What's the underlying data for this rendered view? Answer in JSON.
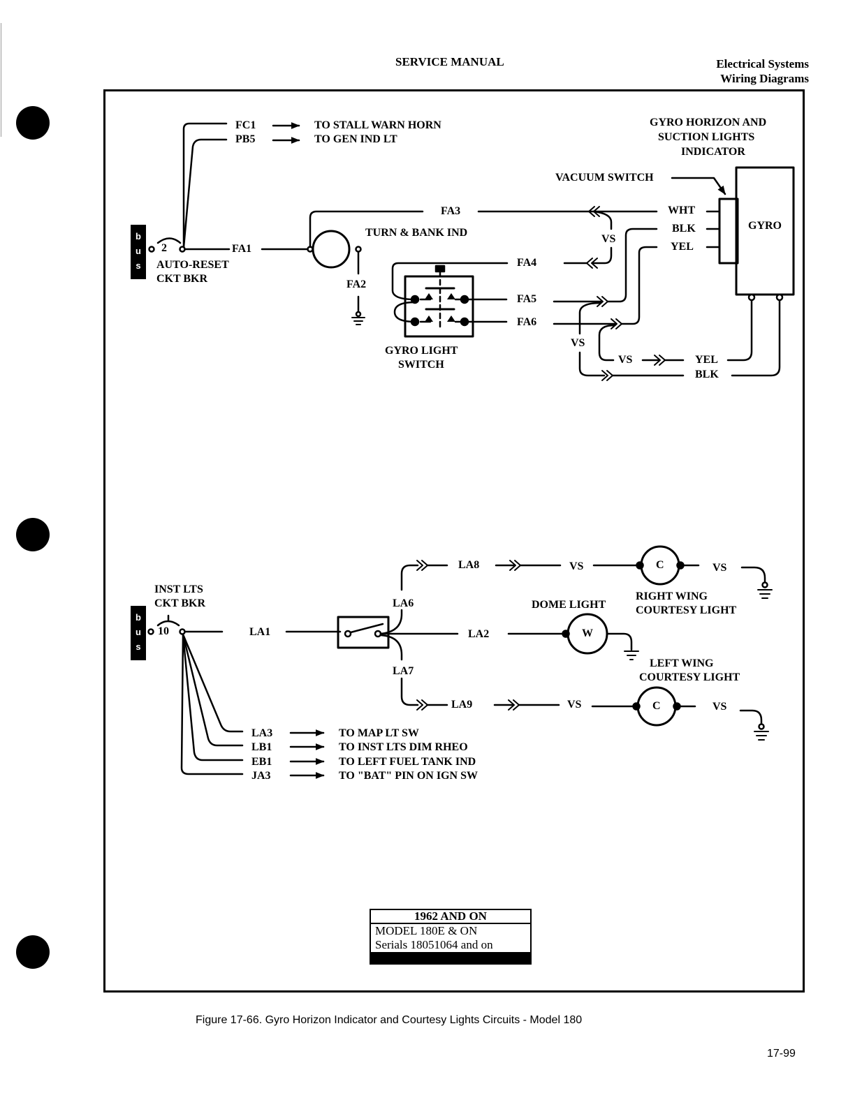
{
  "header": {
    "center": "SERVICE MANUAL",
    "right_line1": "Electrical Systems",
    "right_line2": "Wiring Diagrams"
  },
  "upper_circuit": {
    "bus_label": [
      "b",
      "u",
      "s"
    ],
    "breaker_number": "2",
    "breaker_label_1": "AUTO-RESET",
    "breaker_label_2": "CKT BKR",
    "wires": {
      "fc1": "FC1",
      "pb5": "PB5",
      "fa1": "FA1",
      "fa2": "FA2",
      "fa3": "FA3",
      "fa4": "FA4",
      "fa5": "FA5",
      "fa6": "FA6"
    },
    "destinations": {
      "fc1": "TO STALL WARN HORN",
      "pb5": "TO GEN IND LT"
    },
    "turn_bank": "TURN & BANK IND",
    "gyro_switch_1": "GYRO LIGHT",
    "gyro_switch_2": "SWITCH",
    "indicator_title_1": "GYRO HORIZON AND",
    "indicator_title_2": "SUCTION LIGHTS",
    "indicator_title_3": "INDICATOR",
    "vacuum_switch": "VACUUM SWITCH",
    "gyro": "GYRO",
    "pins": {
      "wht": "WHT",
      "blk": "BLK",
      "yel": "YEL"
    },
    "vs": "VS",
    "bottom_yel": "YEL",
    "bottom_blk": "BLK"
  },
  "lower_circuit": {
    "bus_label": [
      "b",
      "u",
      "s"
    ],
    "breaker_title_1": "INST LTS",
    "breaker_title_2": "CKT BKR",
    "breaker_number": "10",
    "wires": {
      "la1": "LA1",
      "la2": "LA2",
      "la6": "LA6",
      "la7": "LA7",
      "la8": "LA8",
      "la9": "LA9",
      "la3": "LA3",
      "lb1": "LB1",
      "eb1": "EB1",
      "ja3": "JA3"
    },
    "destinations": {
      "la3": "TO MAP LT SW",
      "lb1": "TO INST LTS DIM RHEO",
      "eb1": "TO LEFT FUEL TANK IND",
      "ja3": "TO \"BAT\" PIN ON IGN SW"
    },
    "vs": "VS",
    "dome_light": "DOME LIGHT",
    "dome_symbol": "W",
    "courtesy_symbol": "C",
    "right_wing_1": "RIGHT WING",
    "right_wing_2": "COURTESY LIGHT",
    "left_wing_1": "LEFT WING",
    "left_wing_2": "COURTESY LIGHT"
  },
  "effectivity": {
    "line1": "1962 AND ON",
    "line2": "MODEL 180E & ON",
    "line3": "Serials 18051064 and on"
  },
  "caption": "Figure 17-66.  Gyro Horizon Indicator and Courtesy Lights Circuits - Model 180",
  "page_number": "17-99"
}
